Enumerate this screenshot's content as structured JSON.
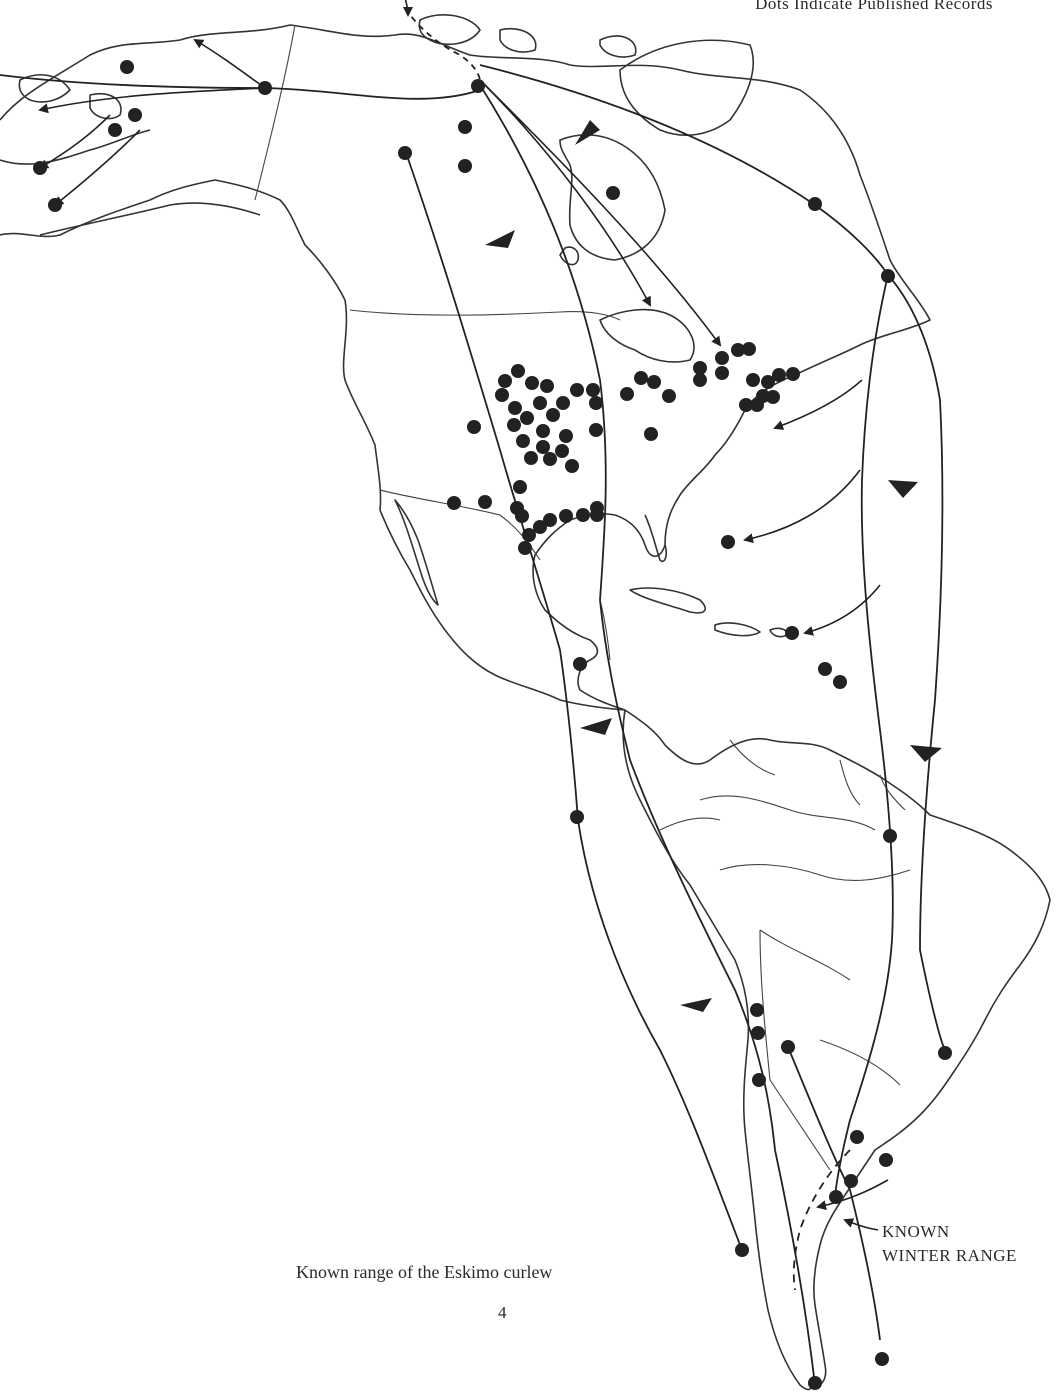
{
  "legend": {
    "text": "Dots Indicate Published Records"
  },
  "caption": "Known range of the Eskimo curlew",
  "page_number": "4",
  "winter_range_label": {
    "line1": "KNOWN",
    "line2": "WINTER RANGE"
  },
  "colors": {
    "ink": "#222222",
    "paper": "#ffffff"
  }
}
